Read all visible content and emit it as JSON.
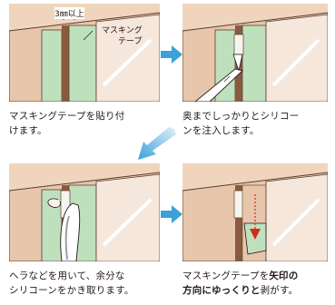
{
  "steps": [
    {
      "annotation_gap": "3㎜以上",
      "annotation_tape_1": "マスキング",
      "annotation_tape_2": "テープ",
      "caption_line1": "マスキングテープを貼り付",
      "caption_line2": "けます。"
    },
    {
      "caption_line1": "奥までしっかりとシリコー",
      "caption_line2": "ンを注入します。"
    },
    {
      "caption_line1": "ヘラなどを用いて、余分な",
      "caption_line2": "シリコーンをかき取ります。"
    },
    {
      "caption_prefix": "マスキングテープを",
      "caption_bold1": "矢印の",
      "caption_bold2": "方向にゆっくりと",
      "caption_suffix": "剥がす。"
    }
  ],
  "colors": {
    "wall": "#e7c6ac",
    "wall_shadow": "#c99878",
    "tape": "#bfe0bd",
    "arrow": "#3aa1d9",
    "red_arrow": "#d42a1c"
  }
}
